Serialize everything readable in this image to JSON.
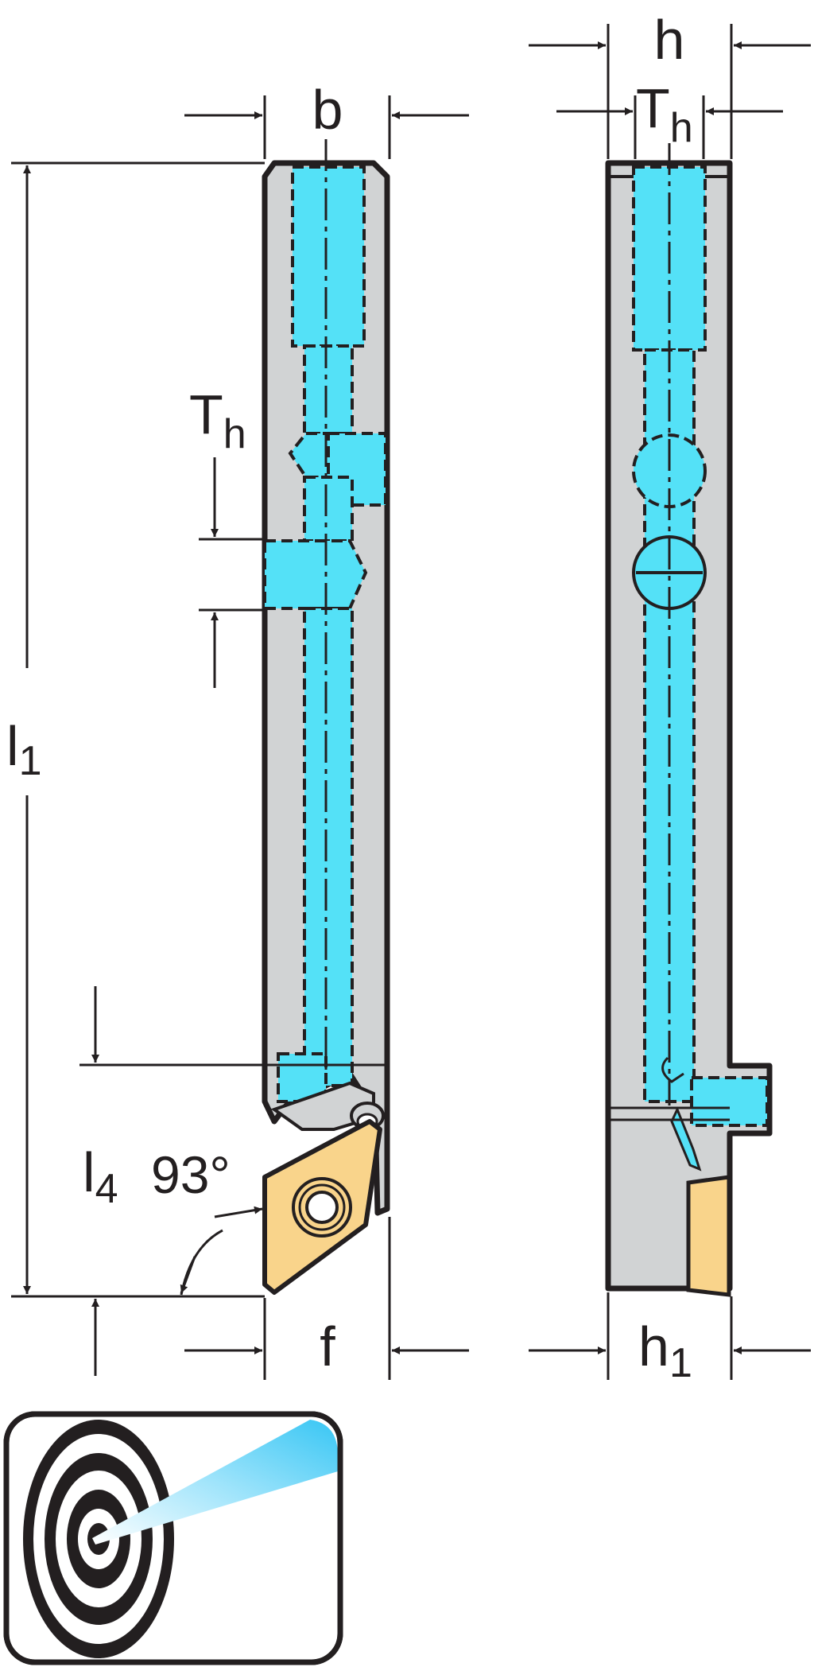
{
  "colors": {
    "body": "#d1d3d4",
    "outline": "#231f20",
    "coolant": "#54e1f7",
    "insert": "#f9d48b",
    "background": "#ffffff",
    "spray": "#54c8f5"
  },
  "labels": {
    "b": "b",
    "h": "h",
    "t_main": "T",
    "t_sub": "h",
    "th_side_main": "T",
    "th_side_sub": "h",
    "l1_main": "l",
    "l1_sub": "1",
    "l4_main": "l",
    "l4_sub": "4",
    "angle": "93°",
    "f": "f",
    "h1_main": "h",
    "h1_sub": "1"
  },
  "icons": {
    "coolant_target": "coolant-target-icon"
  }
}
